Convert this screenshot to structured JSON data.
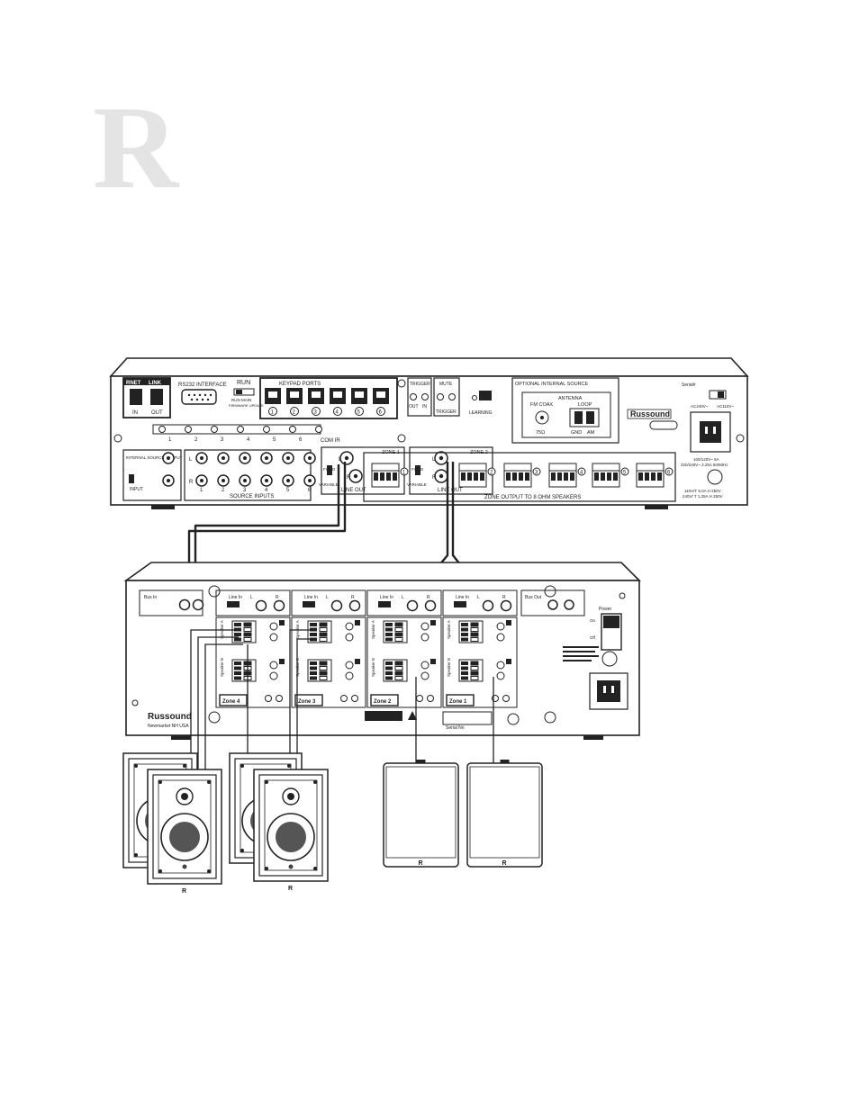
{
  "logo": {
    "glyph": "R",
    "color": "#e4e4e4"
  },
  "receiver": {
    "rnet_link": "LINK",
    "rnet_in": "IN",
    "rnet_out": "OUT",
    "rs232": "RS232 INTERFACE",
    "run": "RUN",
    "run_opts": "RUN  MAIN",
    "run_sub": "FIRMWARE UPDATE",
    "keypad_ports": "KEYPAD PORTS",
    "ports": [
      "1",
      "2",
      "3",
      "4",
      "5",
      "6"
    ],
    "trigger": "TRIGGER",
    "mute": "MUTE",
    "mute_trigger": "TRIGGER",
    "trig_out": "OUT",
    "trig_in": "IN",
    "learning": "LEARNING",
    "com_ir": "COM IR",
    "optional_source": "OPTIONAL INTERNAL SOURCE",
    "antenna": "ANTENNA",
    "fm_coax": "FM COAX",
    "loop": "LOOP",
    "ohm75": "75Ω",
    "gnd": "GND",
    "am": "AM",
    "brand": "Russound",
    "serial": "Serial#",
    "ac240": "AC240V~",
    "ac110": "AC110V~",
    "power_rating": "100/120V~ 5A",
    "power_rating2": "220/240V~ 2.25A  50/60Hz",
    "fuse1": "110V/T 5.0A H 250V",
    "fuse2": "240V/ T 1.25A H 250V",
    "internal_source": "INTERNAL SOURCE OUTPUT",
    "input": "INPUT",
    "source_inputs": "SOURCE INPUTS",
    "zone1": "ZONE 1",
    "zone2": "ZONE 2",
    "fixed": "FIXED",
    "variable": "VARIABLE",
    "line_out": "LINE OUT",
    "zone_output": "ZONE OUTPUT TO 8 OHM SPEAKERS",
    "l": "L",
    "r": "R"
  },
  "amplifier": {
    "bus_in": "Bus In",
    "bus_out": "Bus Out",
    "line_in": "Line In",
    "speaker_a": "Speaker A",
    "speaker_b": "Speaker B",
    "zones": [
      "Zone 4",
      "Zone 3",
      "Zone 2",
      "Zone 1"
    ],
    "brand": "Russound",
    "location": "Newmarket NH USA",
    "power": "Power",
    "serial_no": "Serial No",
    "on": "On",
    "off": "Off"
  },
  "speaker_logo": "R"
}
